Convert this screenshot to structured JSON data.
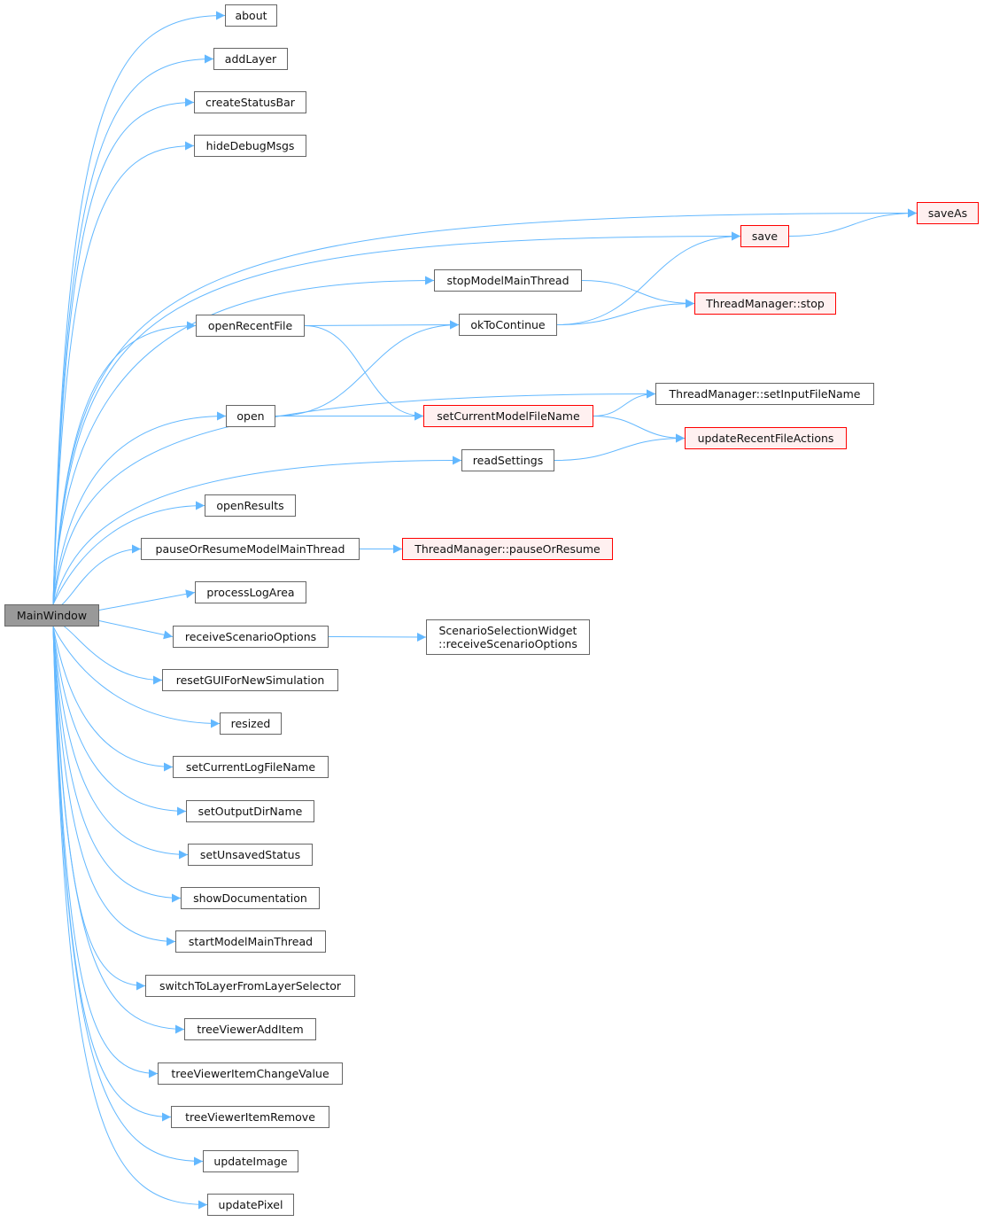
{
  "graph": {
    "root": "MainWindow",
    "colors": {
      "edge": "#63b8ff",
      "truncated_border": "#ff0000",
      "truncated_fill": "#fff0f0",
      "root_fill": "#999999",
      "node_border": "#666666"
    },
    "nodes": [
      {
        "id": "MainWindow",
        "label": "MainWindow",
        "kind": "root"
      },
      {
        "id": "about",
        "label": "about"
      },
      {
        "id": "addLayer",
        "label": "addLayer"
      },
      {
        "id": "createStatusBar",
        "label": "createStatusBar"
      },
      {
        "id": "hideDebugMsgs",
        "label": "hideDebugMsgs"
      },
      {
        "id": "saveAs",
        "label": "saveAs",
        "kind": "truncated"
      },
      {
        "id": "save",
        "label": "save",
        "kind": "truncated"
      },
      {
        "id": "stopModelMainThread",
        "label": "stopModelMainThread"
      },
      {
        "id": "tmStop",
        "label": "ThreadManager::stop",
        "kind": "truncated"
      },
      {
        "id": "openRecentFile",
        "label": "openRecentFile"
      },
      {
        "id": "okToContinue",
        "label": "okToContinue"
      },
      {
        "id": "tmSetInput",
        "label": "ThreadManager::setInputFileName"
      },
      {
        "id": "open",
        "label": "open"
      },
      {
        "id": "setCurrentModelFileName",
        "label": "setCurrentModelFileName",
        "kind": "truncated"
      },
      {
        "id": "updateRecentFileActions",
        "label": "updateRecentFileActions",
        "kind": "truncated"
      },
      {
        "id": "readSettings",
        "label": "readSettings"
      },
      {
        "id": "openResults",
        "label": "openResults"
      },
      {
        "id": "pauseOrResumeModelMainThread",
        "label": "pauseOrResumeModelMainThread"
      },
      {
        "id": "tmPause",
        "label": "ThreadManager::pauseOrResume",
        "kind": "truncated"
      },
      {
        "id": "processLogArea",
        "label": "processLogArea"
      },
      {
        "id": "receiveScenarioOptions",
        "label": "receiveScenarioOptions"
      },
      {
        "id": "ssw",
        "label": "ScenarioSelectionWidget\n::receiveScenarioOptions"
      },
      {
        "id": "resetGUIForNewSimulation",
        "label": "resetGUIForNewSimulation"
      },
      {
        "id": "resized",
        "label": "resized"
      },
      {
        "id": "setCurrentLogFileName",
        "label": "setCurrentLogFileName"
      },
      {
        "id": "setOutputDirName",
        "label": "setOutputDirName"
      },
      {
        "id": "setUnsavedStatus",
        "label": "setUnsavedStatus"
      },
      {
        "id": "showDocumentation",
        "label": "showDocumentation"
      },
      {
        "id": "startModelMainThread",
        "label": "startModelMainThread"
      },
      {
        "id": "switchToLayerFromLayerSelector",
        "label": "switchToLayerFromLayerSelector"
      },
      {
        "id": "treeViewerAddItem",
        "label": "treeViewerAddItem"
      },
      {
        "id": "treeViewerItemChangeValue",
        "label": "treeViewerItemChangeValue"
      },
      {
        "id": "treeViewerItemRemove",
        "label": "treeViewerItemRemove"
      },
      {
        "id": "updateImage",
        "label": "updateImage"
      },
      {
        "id": "updatePixel",
        "label": "updatePixel"
      }
    ],
    "edges": [
      [
        "MainWindow",
        "about"
      ],
      [
        "MainWindow",
        "addLayer"
      ],
      [
        "MainWindow",
        "createStatusBar"
      ],
      [
        "MainWindow",
        "hideDebugMsgs"
      ],
      [
        "MainWindow",
        "saveAs"
      ],
      [
        "MainWindow",
        "save"
      ],
      [
        "MainWindow",
        "stopModelMainThread"
      ],
      [
        "MainWindow",
        "openRecentFile"
      ],
      [
        "MainWindow",
        "tmSetInput"
      ],
      [
        "MainWindow",
        "open"
      ],
      [
        "MainWindow",
        "readSettings"
      ],
      [
        "MainWindow",
        "openResults"
      ],
      [
        "MainWindow",
        "pauseOrResumeModelMainThread"
      ],
      [
        "MainWindow",
        "processLogArea"
      ],
      [
        "MainWindow",
        "receiveScenarioOptions"
      ],
      [
        "MainWindow",
        "resetGUIForNewSimulation"
      ],
      [
        "MainWindow",
        "resized"
      ],
      [
        "MainWindow",
        "setCurrentLogFileName"
      ],
      [
        "MainWindow",
        "setOutputDirName"
      ],
      [
        "MainWindow",
        "setUnsavedStatus"
      ],
      [
        "MainWindow",
        "showDocumentation"
      ],
      [
        "MainWindow",
        "startModelMainThread"
      ],
      [
        "MainWindow",
        "switchToLayerFromLayerSelector"
      ],
      [
        "MainWindow",
        "treeViewerAddItem"
      ],
      [
        "MainWindow",
        "treeViewerItemChangeValue"
      ],
      [
        "MainWindow",
        "treeViewerItemRemove"
      ],
      [
        "MainWindow",
        "updateImage"
      ],
      [
        "MainWindow",
        "updatePixel"
      ],
      [
        "save",
        "saveAs"
      ],
      [
        "stopModelMainThread",
        "tmStop"
      ],
      [
        "openRecentFile",
        "okToContinue"
      ],
      [
        "openRecentFile",
        "setCurrentModelFileName"
      ],
      [
        "okToContinue",
        "save"
      ],
      [
        "okToContinue",
        "tmStop"
      ],
      [
        "open",
        "okToContinue"
      ],
      [
        "open",
        "setCurrentModelFileName"
      ],
      [
        "setCurrentModelFileName",
        "tmSetInput"
      ],
      [
        "setCurrentModelFileName",
        "updateRecentFileActions"
      ],
      [
        "readSettings",
        "updateRecentFileActions"
      ],
      [
        "pauseOrResumeModelMainThread",
        "tmPause"
      ],
      [
        "receiveScenarioOptions",
        "ssw"
      ]
    ]
  }
}
